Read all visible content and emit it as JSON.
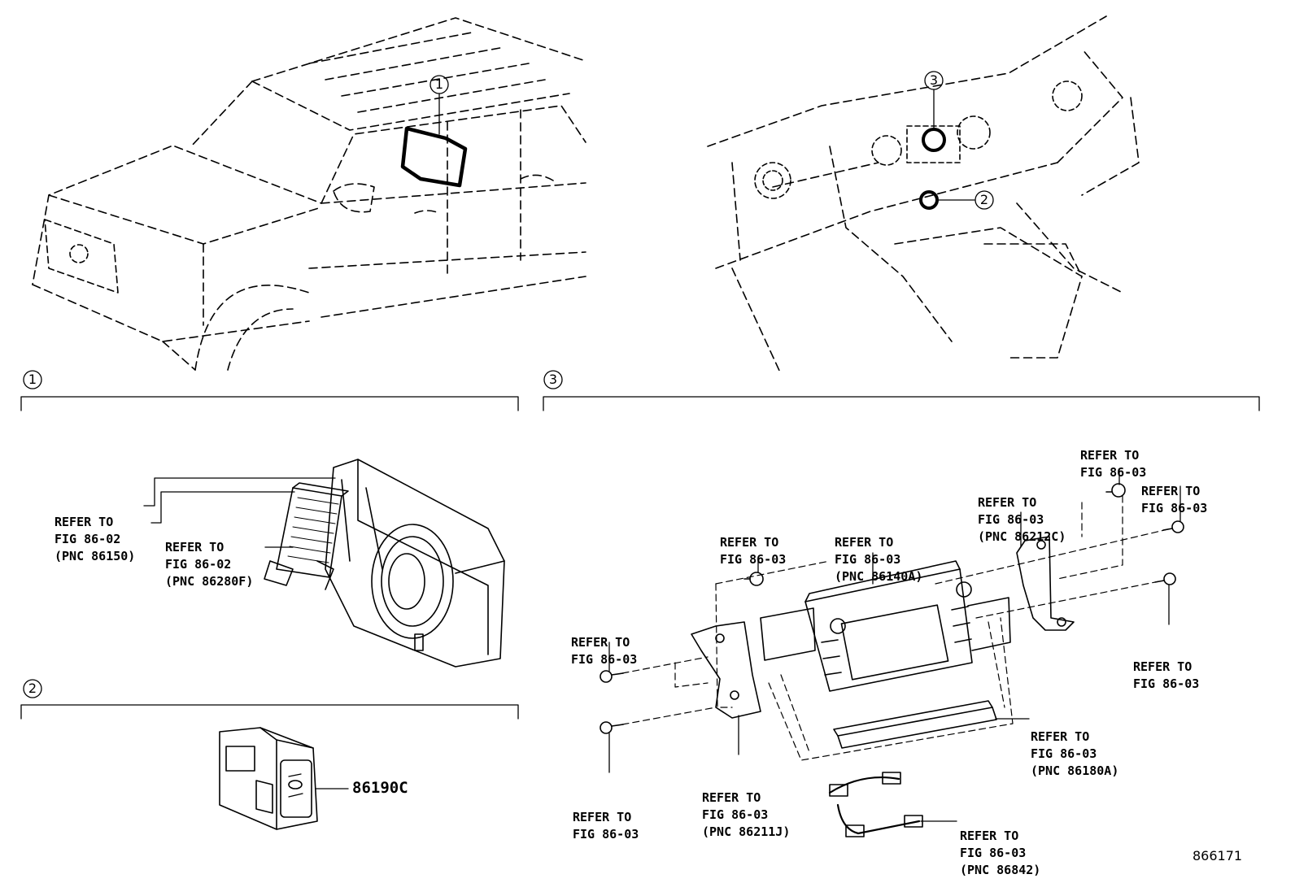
{
  "callouts": {
    "c1": "1",
    "c2": "2",
    "c3": "3"
  },
  "section1": {
    "label": "1",
    "ref_amp": [
      "REFER TO",
      "FIG 86-02",
      "(PNC 86150)"
    ],
    "ref_bracket": [
      "REFER TO",
      "FIG 86-02",
      "(PNC 86280F)"
    ]
  },
  "section2": {
    "label": "2",
    "part_number": "86190C"
  },
  "section3": {
    "label": "3",
    "ref_top_screw": [
      "REFER TO",
      "FIG 86-03"
    ],
    "ref_receiver": [
      "REFER TO",
      "FIG 86-03",
      "(PNC 86140A)"
    ],
    "ref_bracket_right": [
      "REFER TO",
      "FIG 86-03",
      "(PNC 86212C)"
    ],
    "ref_top_right_screw": [
      "REFER TO",
      "FIG 86-03"
    ],
    "ref_right_screw_upper": [
      "REFER TO",
      "FIG 86-03"
    ],
    "ref_right_screw_lower": [
      "REFER TO",
      "FIG 86-03"
    ],
    "ref_left_screw_upper": [
      "REFER TO",
      "FIG 86-03"
    ],
    "ref_left_screw_lower": [
      "REFER TO",
      "FIG 86-03"
    ],
    "ref_bracket_left": [
      "REFER TO",
      "FIG 86-03",
      "(PNC 86211J)"
    ],
    "ref_lower_panel": [
      "REFER TO",
      "FIG 86-03",
      "(PNC 86180A)"
    ],
    "ref_harness": [
      "REFER TO",
      "FIG 86-03",
      "(PNC 86842)"
    ]
  },
  "figure_id": "866171"
}
